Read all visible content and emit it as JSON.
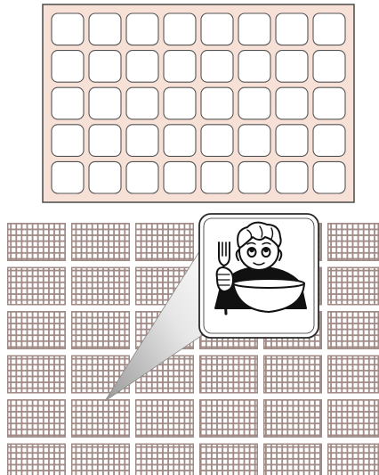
{
  "board": {
    "rows": 5,
    "columns": 8,
    "background_color": "#f7e0d6",
    "cell_color": "#ffffff",
    "border_color": "#4a4a4a"
  },
  "grid_of_boards": {
    "rows": 6,
    "columns": 6,
    "mini_cell_rows": 5,
    "mini_cell_columns": 8,
    "tile_color": "#a08a86"
  },
  "callout": {
    "symbol_icon": "boy-eating-icon",
    "pointer_color": "#dcdcdc"
  }
}
